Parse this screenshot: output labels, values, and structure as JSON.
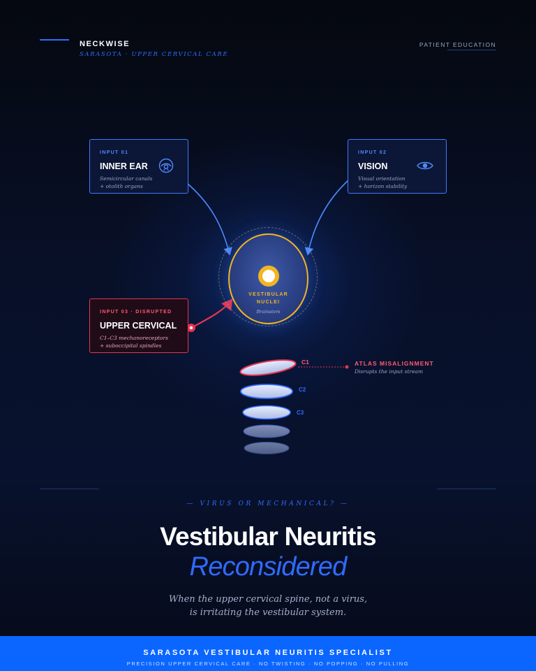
{
  "header": {
    "brand": "NECKWISE",
    "tagline": "SARASOTA · UPPER CERVICAL CARE",
    "section": "PATIENT EDUCATION"
  },
  "inputs": [
    {
      "tag": "INPUT 01",
      "title": "INNER EAR",
      "desc1": "Semicircular canals",
      "desc2": "+ otolith organs",
      "icon": "ear-icon"
    },
    {
      "tag": "INPUT 02",
      "title": "VISION",
      "desc1": "Visual orientation",
      "desc2": "+ horizon stability",
      "icon": "eye-icon"
    },
    {
      "tag": "INPUT 03 · DISRUPTED",
      "title": "UPPER CERVICAL",
      "desc1": "C1–C3 mechanoreceptors",
      "desc2": "+ suboccipital spindles"
    }
  ],
  "nucleus": {
    "line1": "VESTIBULAR",
    "line2": "NUCLEI",
    "sub": "Brainstem"
  },
  "vertebrae": [
    "C1",
    "C2",
    "C3"
  ],
  "misalignment": {
    "title": "ATLAS MISALIGNMENT",
    "sub": "Disrupts the input stream"
  },
  "hero": {
    "kicker": "— VIRUS OR MECHANICAL? —",
    "headline": "Vestibular Neuritis",
    "headline_accent": "Reconsidered",
    "lede1": "When the upper cervical spine, not a virus,",
    "lede2": "is irritating the vestibular system."
  },
  "footer": {
    "title": "SARASOTA VESTIBULAR NEURITIS SPECIALIST",
    "sub": "PRECISION UPPER CERVICAL CARE · NO TWISTING · NO POPPING · NO PULLING"
  },
  "colors": {
    "accent": "#2f6bff",
    "warning": "#e8354f",
    "gold": "#f2b521",
    "background": "#070b19"
  }
}
